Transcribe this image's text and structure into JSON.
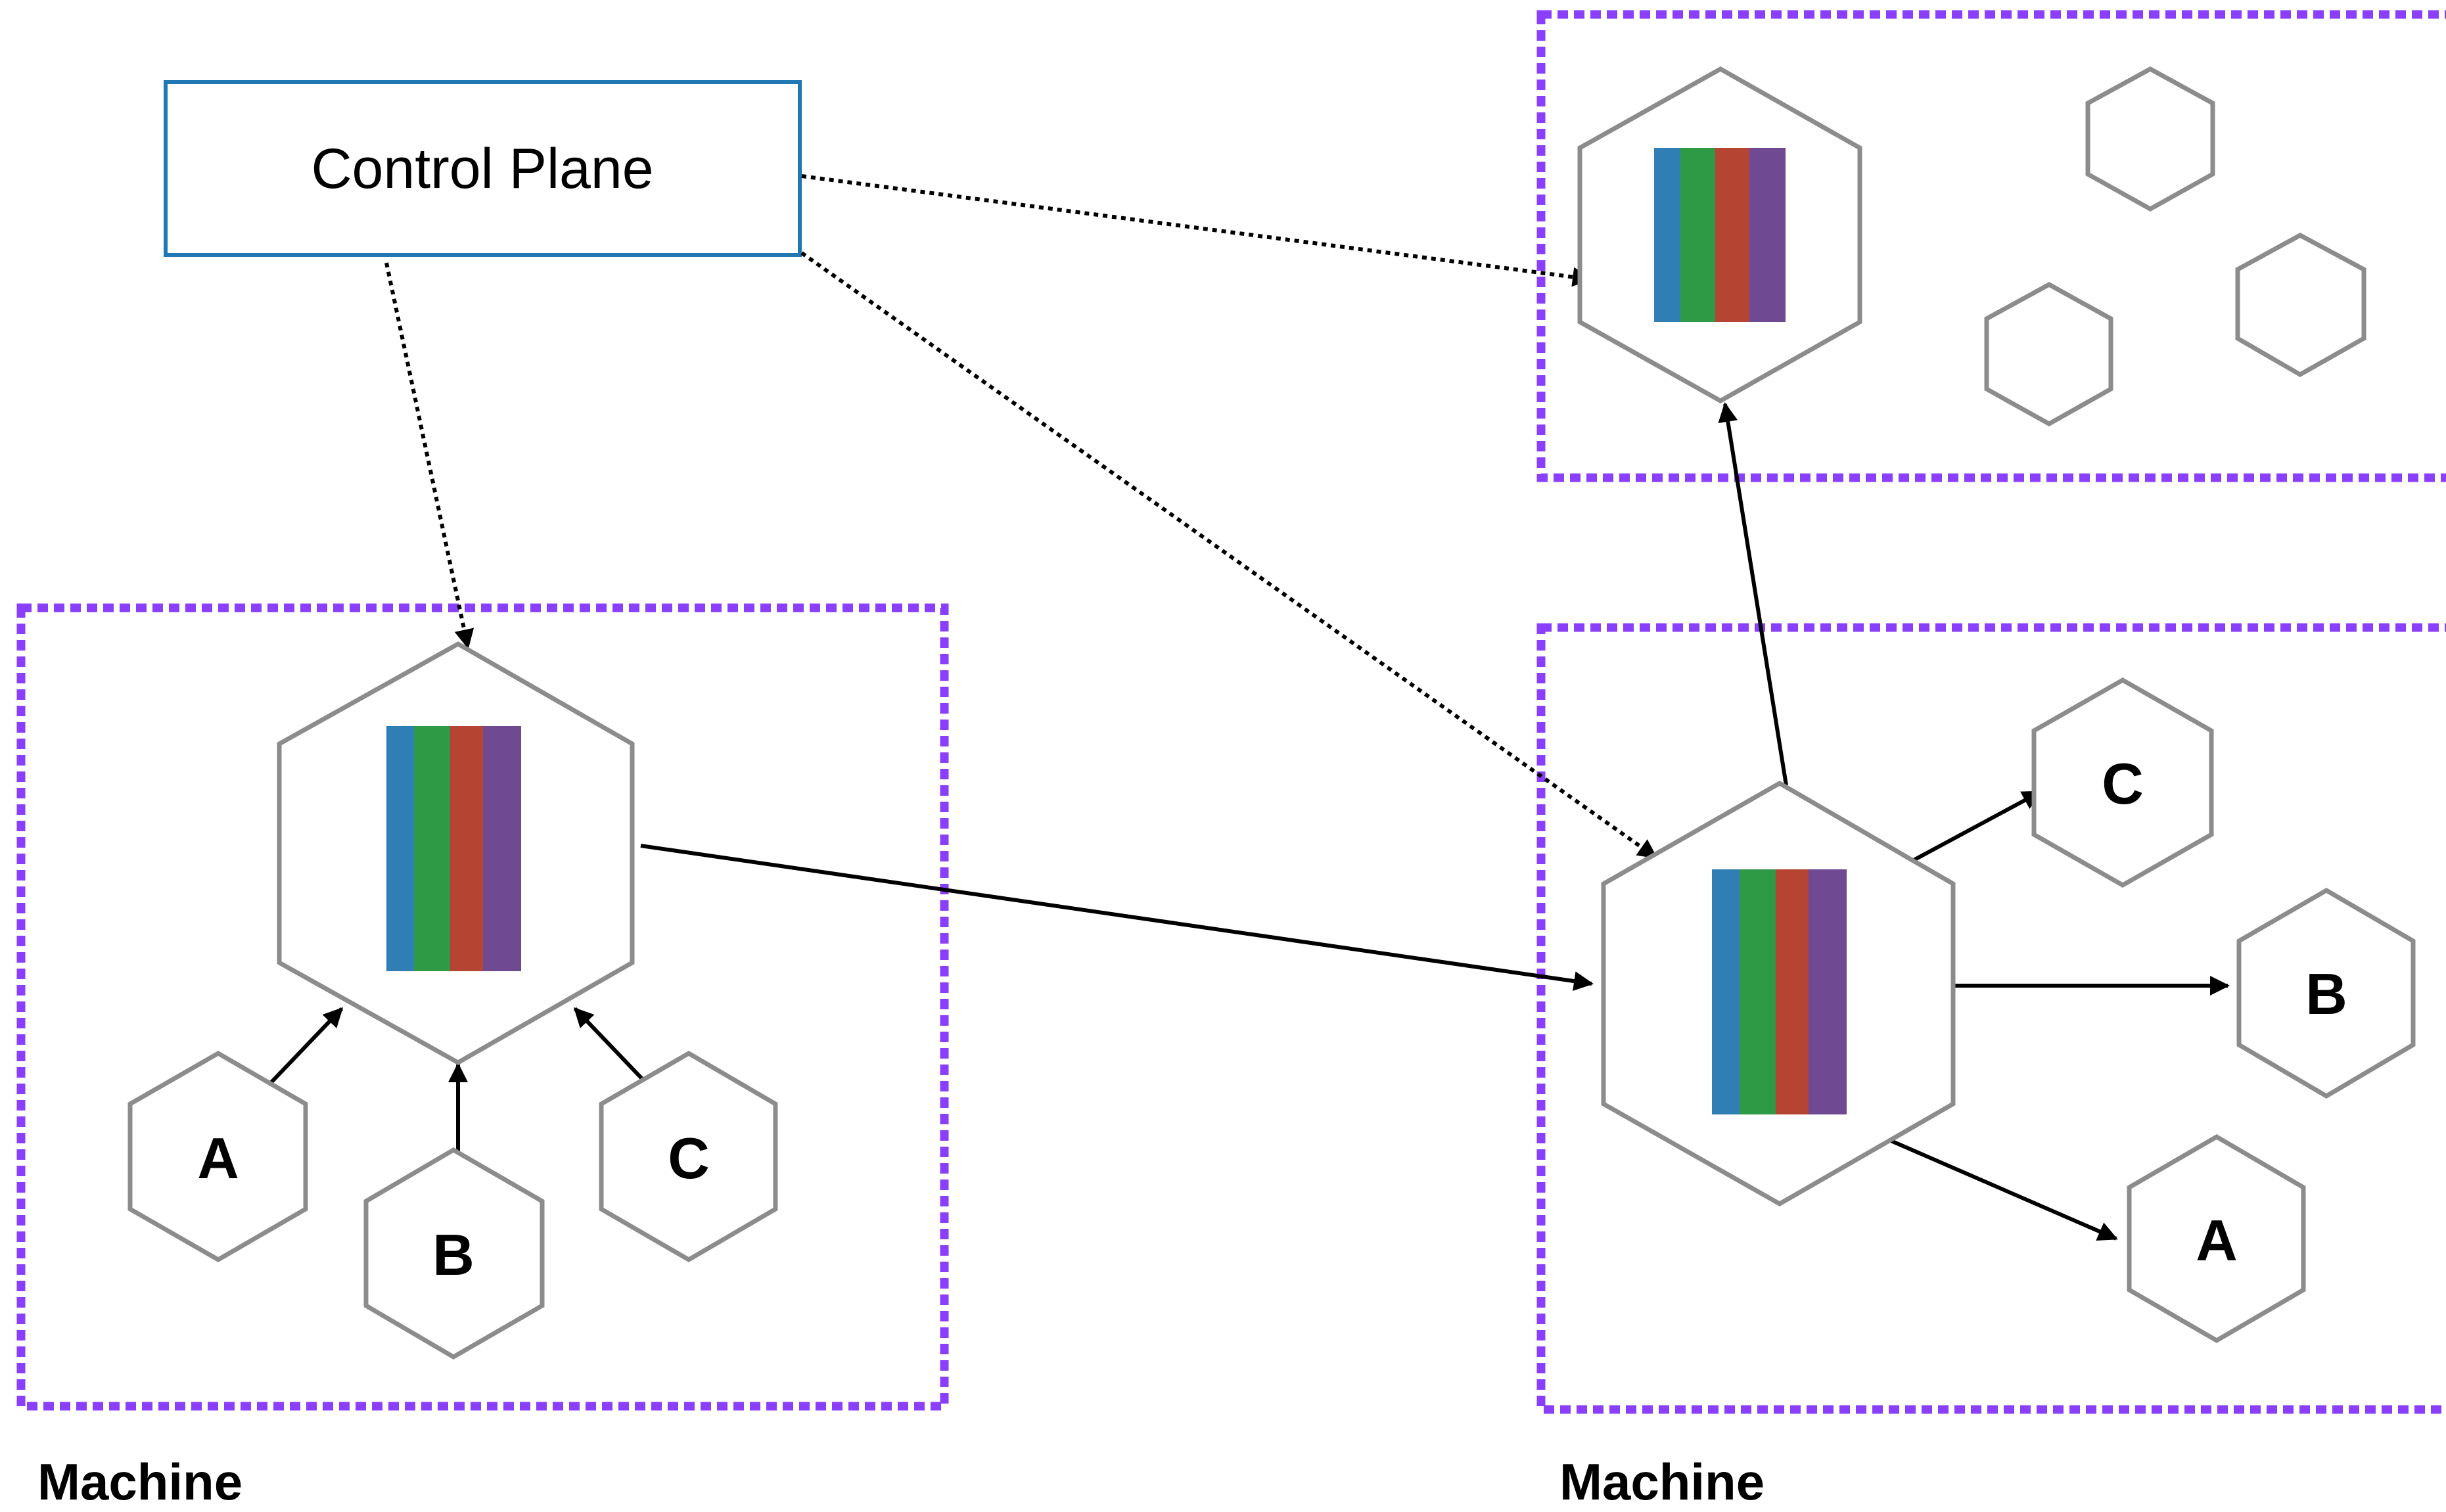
{
  "control_plane": {
    "label": "Control Plane"
  },
  "machines": [
    {
      "label": "Machine"
    },
    {
      "label": "Machine"
    }
  ],
  "nodes": {
    "left": {
      "a": "A",
      "b": "B",
      "c": "C"
    },
    "right": {
      "a": "A",
      "b": "B",
      "c": "C"
    }
  },
  "colors": {
    "machine_border": "#8a3ffc",
    "control_plane_border": "#1f77b4",
    "hexagon_stroke": "#8c8c8c",
    "stripes": [
      "#2f7fb5",
      "#2e9a46",
      "#b54432",
      "#6f4a93"
    ]
  }
}
